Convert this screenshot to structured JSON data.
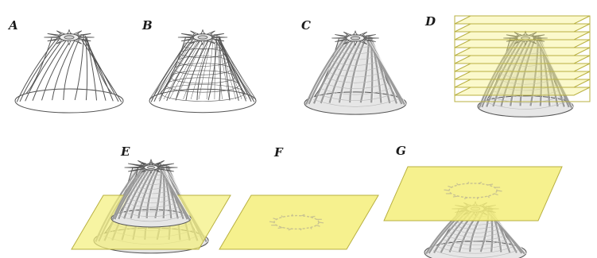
{
  "panels": {
    "a": {
      "label": "A"
    },
    "b": {
      "label": "B"
    },
    "c": {
      "label": "C"
    },
    "d": {
      "label": "D"
    },
    "e": {
      "label": "E"
    },
    "f": {
      "label": "F"
    },
    "g": {
      "label": "G"
    }
  },
  "colors": {
    "plane_fill": "#f4ef7a",
    "plane_edge": "#b8b040",
    "line": "#555555",
    "shade": "#9a9a9a"
  }
}
